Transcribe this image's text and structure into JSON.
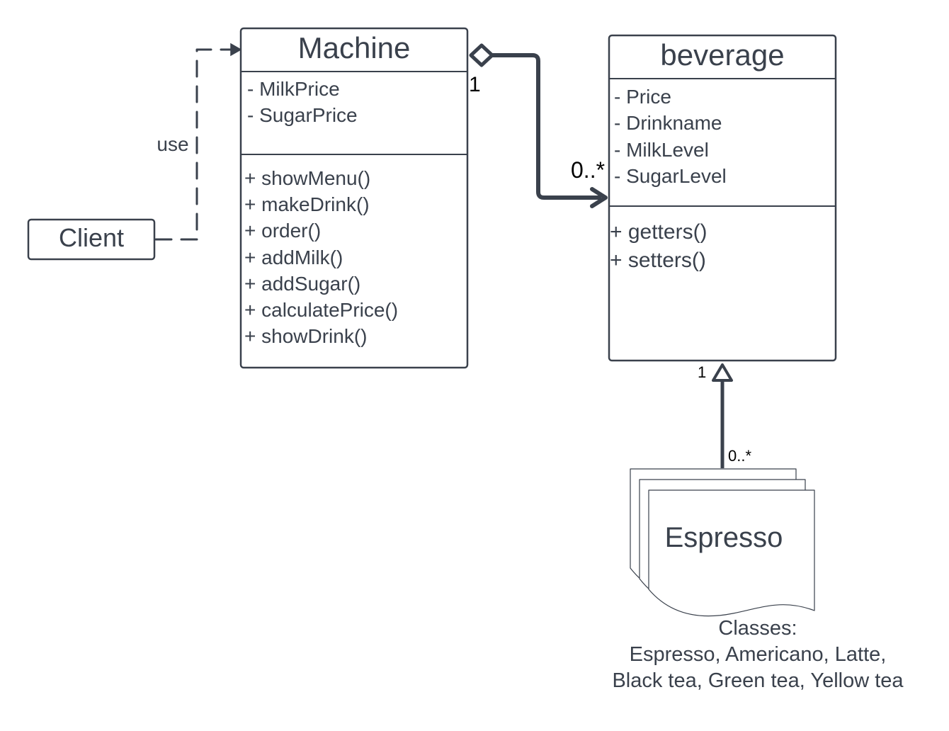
{
  "machine": {
    "name": "Machine",
    "attributes": [
      "- MilkPrice",
      "- SugarPrice"
    ],
    "methods": [
      "+ showMenu()",
      "+ makeDrink()",
      "+ order()",
      "+ addMilk()",
      "+ addSugar()",
      "+ calculatePrice()",
      "+ showDrink()"
    ]
  },
  "beverage": {
    "name": "beverage",
    "attributes": [
      "- Price",
      "- Drinkname",
      "- MilkLevel",
      "- SugarLevel"
    ],
    "methods": [
      "+ getters()",
      "+ setters()"
    ]
  },
  "client": {
    "name": "Client"
  },
  "use_link": {
    "label": "use"
  },
  "aggregation": {
    "source_multiplicity": "1",
    "target_multiplicity": "0..*"
  },
  "inheritance": {
    "parent_multiplicity": "1",
    "child_multiplicity": "0..*"
  },
  "subclasses": {
    "name": "Espresso",
    "caption_lines": [
      "Classes:",
      "Espresso, Americano, Latte,",
      "Black tea, Green tea, Yellow tea"
    ]
  },
  "colors": {
    "stroke": "#3a414c",
    "background": "#ffffff"
  }
}
